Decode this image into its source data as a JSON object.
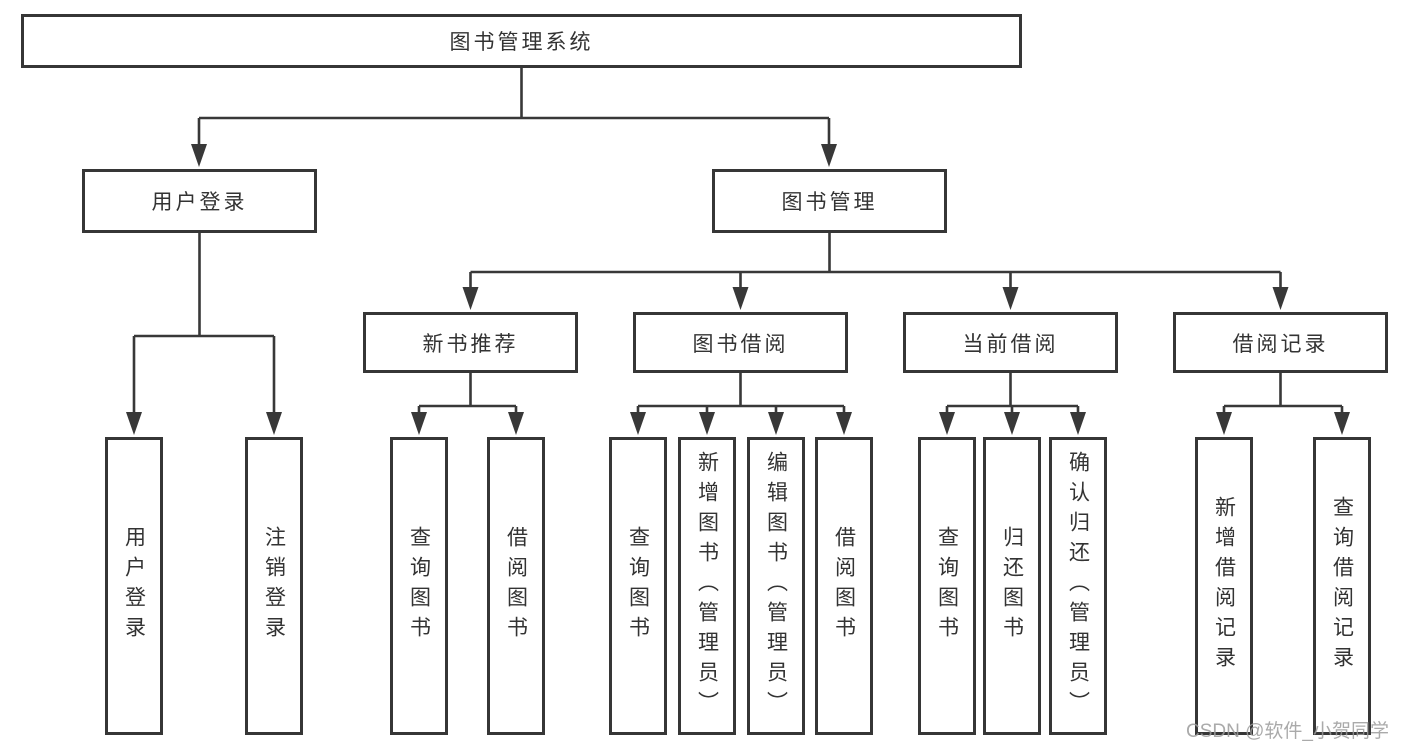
{
  "tree": {
    "root": "图书管理系统",
    "branches": [
      {
        "label": "用户登录",
        "children": [
          "用户登录",
          "注销登录"
        ]
      },
      {
        "label": "图书管理",
        "children": [
          {
            "label": "新书推荐",
            "children": [
              "查询图书",
              "借阅图书"
            ]
          },
          {
            "label": "图书借阅",
            "children": [
              "查询图书",
              "新增图书（管理员）",
              "编辑图书（管理员）",
              "借阅图书"
            ]
          },
          {
            "label": "当前借阅",
            "children": [
              "查询图书",
              "归还图书",
              "确认归还（管理员）"
            ]
          },
          {
            "label": "借阅记录",
            "children": [
              "新增借阅记录",
              "查询借阅记录"
            ]
          }
        ]
      }
    ]
  },
  "watermark": {
    "text": "CSDN @软件_小贺同学"
  },
  "colors": {
    "border": "#363636",
    "line": "#383838",
    "text": "#333333",
    "watermark": "#9c9c9c",
    "background": "#ffffff"
  }
}
